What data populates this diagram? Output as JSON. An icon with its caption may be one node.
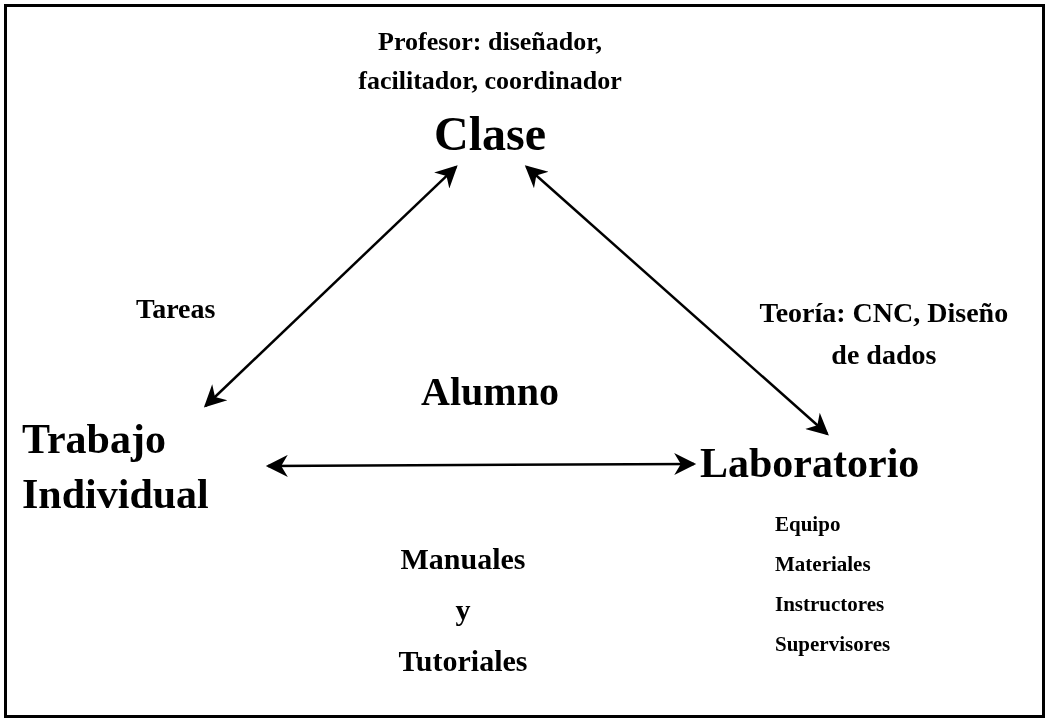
{
  "diagram": {
    "nodes": [
      {
        "text": [
          "Clase"
        ],
        "beside": [
          "Profesor: diseñador, facilitador, coordinador"
        ]
      },
      {
        "text": [
          "Trabajo Individual"
        ]
      },
      {
        "text": [
          "Laboratorio"
        ],
        "beside": [
          "Equipo",
          "Materiales",
          "Instructores",
          "Supervisores"
        ]
      }
    ],
    "edges": [
      {
        "from": 0,
        "to": 1,
        "arrow": "both",
        "label": "Tareas"
      },
      {
        "from": 0,
        "to": 2,
        "arrow": "both",
        "label": "Teoría: CNC, Diseño de dados"
      },
      {
        "from": 1,
        "to": 2,
        "arrow": "both",
        "label": "Manuales y Tutoriales"
      }
    ],
    "labels": [
      "Alumno"
    ]
  }
}
